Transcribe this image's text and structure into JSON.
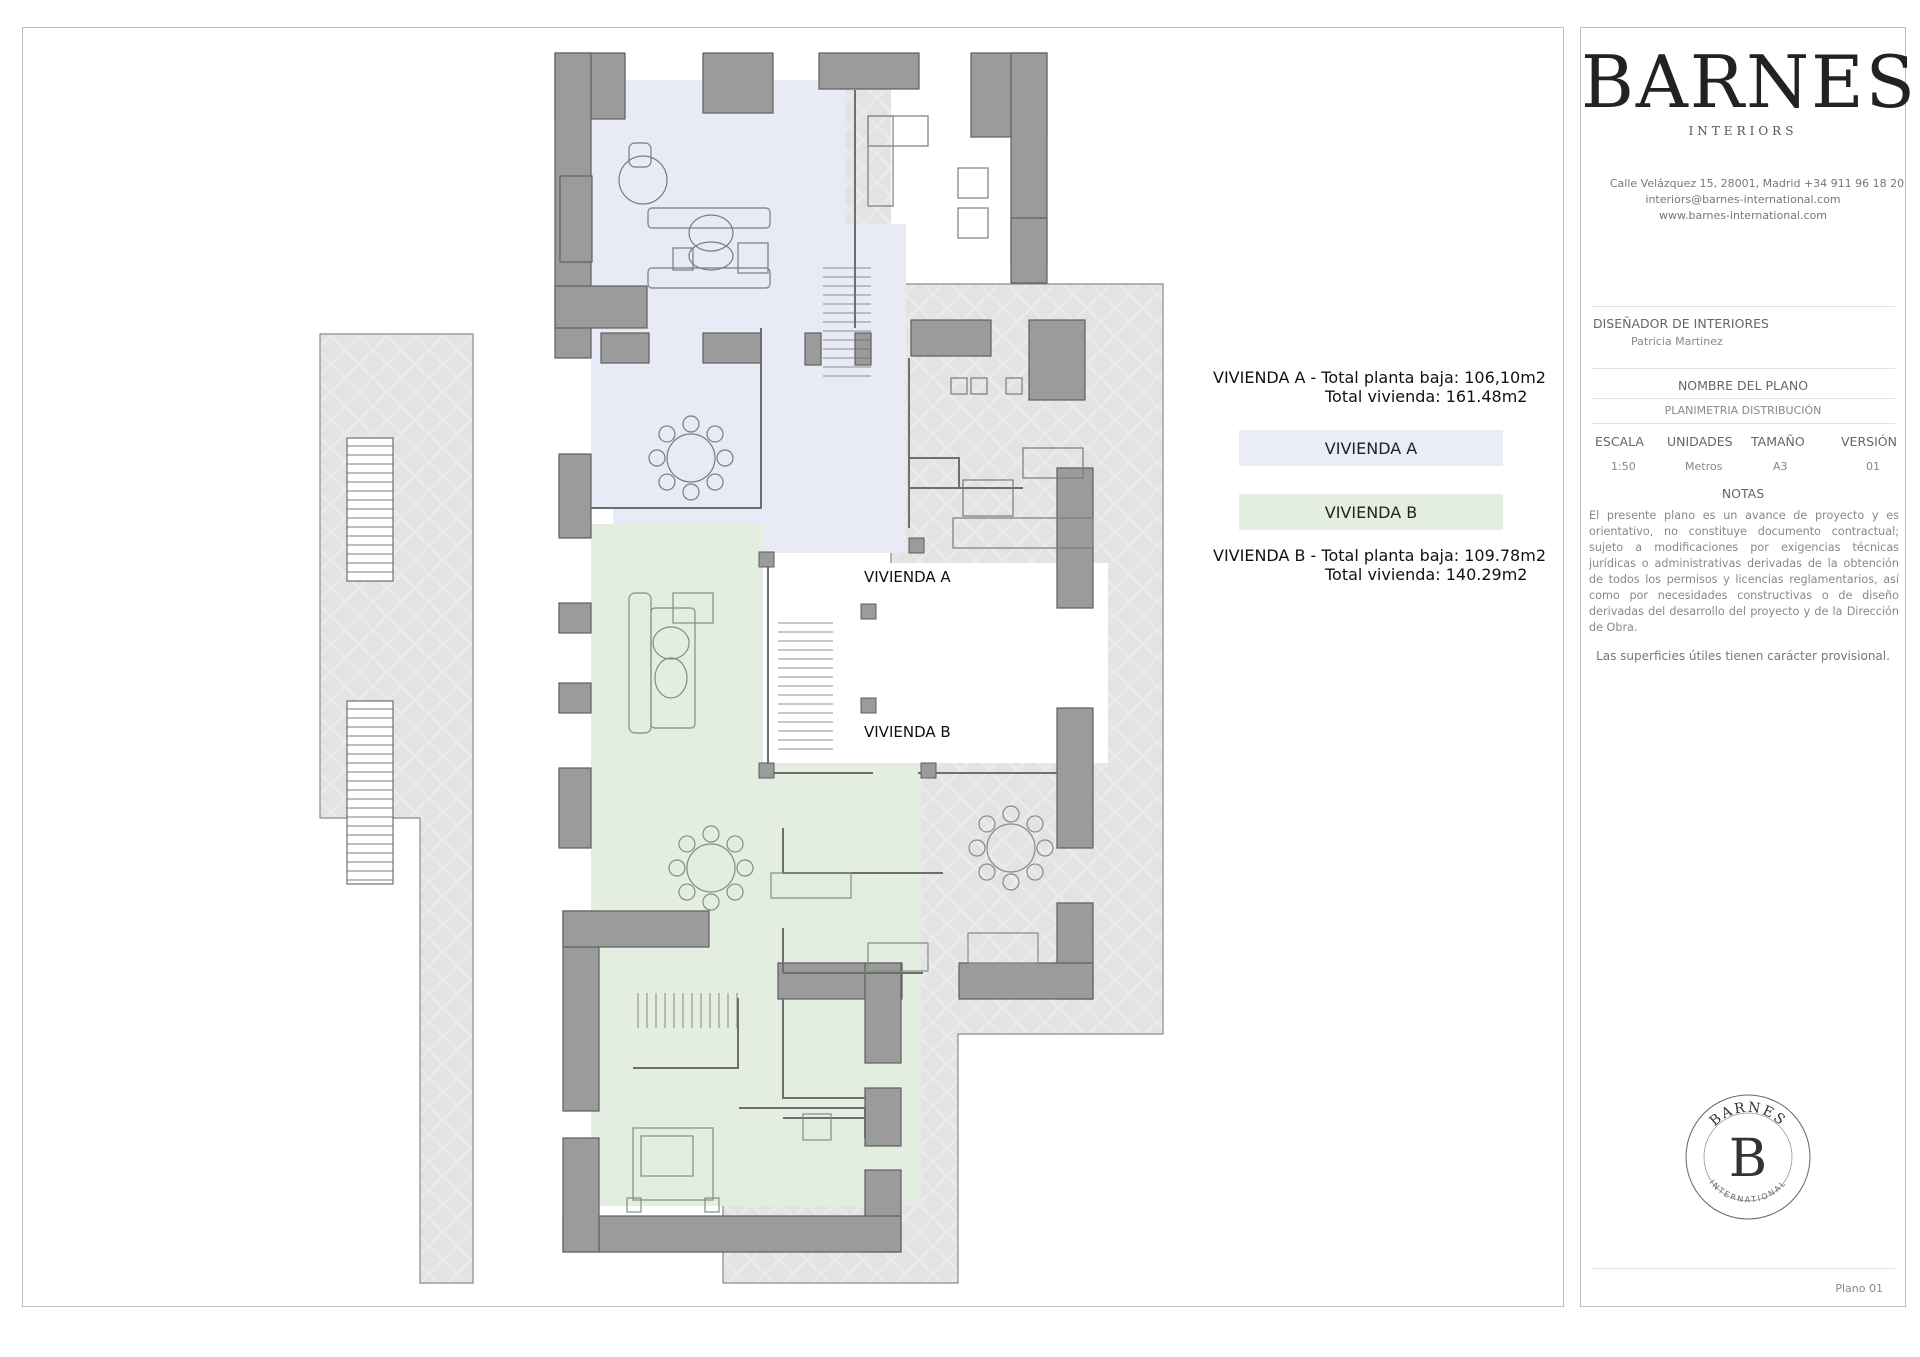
{
  "plan": {
    "area_a": {
      "line1": "VIVIENDA A - Total planta baja: 106,10m2",
      "line2": "Total vivienda: 161.48m2"
    },
    "area_b": {
      "line1": "VIVIENDA B - Total planta baja: 109.78m2",
      "line2": "Total vivienda: 140.29m2"
    },
    "legend": [
      {
        "label": "VIVIENDA A",
        "color": "#eaedf7"
      },
      {
        "label": "VIVIENDA B",
        "color": "#e4efe2"
      }
    ],
    "hall_label_a": "VIVIENDA A",
    "hall_label_b": "VIVIENDA B",
    "colors": {
      "wall": "#9b9b9b",
      "zone_a": "#e8ebf6",
      "zone_b": "#e3eee1",
      "terrace": "#e4e4e4",
      "furniture_a": "#7b7b7b",
      "furniture_b": "#7f8f7d"
    }
  },
  "title_block": {
    "brand": "BARNES",
    "subbrand": "INTERIORS",
    "address": "Calle Velázquez 15, 28001, Madrid +34 911 96 18 20",
    "email": "interiors@barnes-international.com",
    "web": "www.barnes-international.com",
    "designer_heading": "DISEÑADOR DE INTERIORES",
    "designer_name": "Patricia Martinez",
    "plan_name_heading": "NOMBRE DEL PLANO",
    "plan_name": "PLANIMETRIA DISTRIBUCIÓN",
    "specs": [
      {
        "label": "ESCALA",
        "value": "1:50"
      },
      {
        "label": "UNIDADES",
        "value": "Metros"
      },
      {
        "label": "TAMAÑO",
        "value": "A3"
      },
      {
        "label": "VERSIÓN",
        "value": "01"
      }
    ],
    "notes_heading": "NOTAS",
    "notes_text": "El presente plano es un avance de proyecto y es orientativo, no constituye documento contractual; sujeto a modificaciones por exigencias técnicas jurídicas o administrativas derivadas de la obtención de todos los permisos y licencias reglamentarios, así como por necesidades constructivas o de diseño derivadas del desarrollo del proyecto y de la Dirección de Obra.",
    "notes_footer": "Las superficies útiles tienen carácter provisional.",
    "seal_top": "BARNES",
    "seal_letter": "B",
    "seal_bottom": "INTERNATIONAL",
    "sheet": "Plano 01"
  }
}
